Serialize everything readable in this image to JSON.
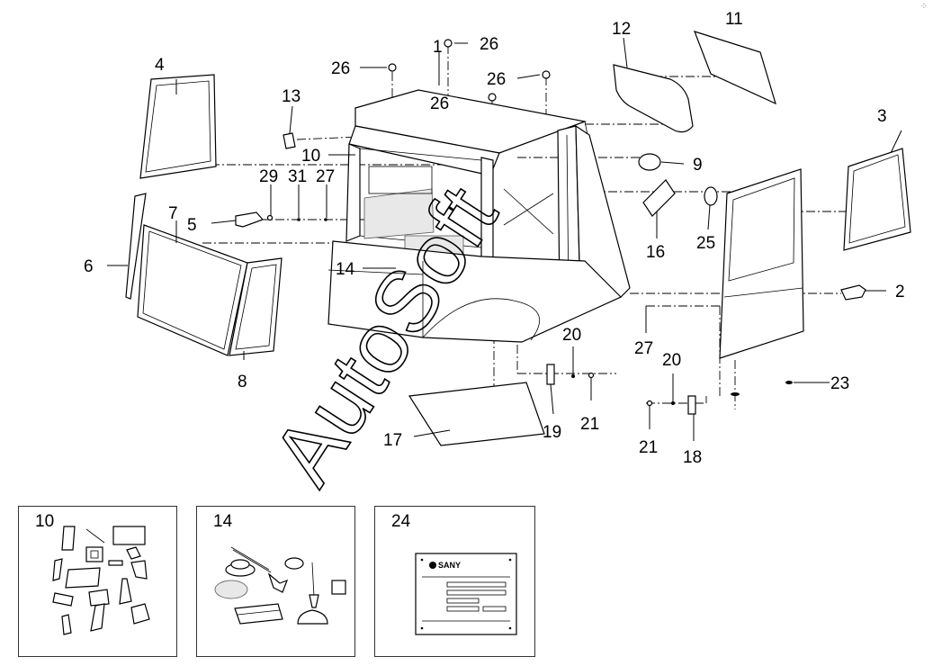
{
  "callouts": {
    "c1": "1",
    "c2": "2",
    "c3": "3",
    "c4": "4",
    "c5": "5",
    "c6": "6",
    "c7": "7",
    "c8": "8",
    "c9": "9",
    "c10": "10",
    "c11": "11",
    "c12": "12",
    "c13": "13",
    "c14": "14",
    "c16": "16",
    "c17": "17",
    "c18": "18",
    "c19": "19",
    "c20a": "20",
    "c20b": "20",
    "c21a": "21",
    "c21b": "21",
    "c23": "23",
    "c25": "25",
    "c26a": "26",
    "c26b": "26",
    "c26c": "26",
    "c26d": "26",
    "c27a": "27",
    "c27b": "27",
    "c29": "29",
    "c31": "31"
  },
  "insets": {
    "i10": "10",
    "i14": "14",
    "i24": "24"
  },
  "nameplate": {
    "brand": "SANY"
  },
  "watermark": "AutoSoft"
}
